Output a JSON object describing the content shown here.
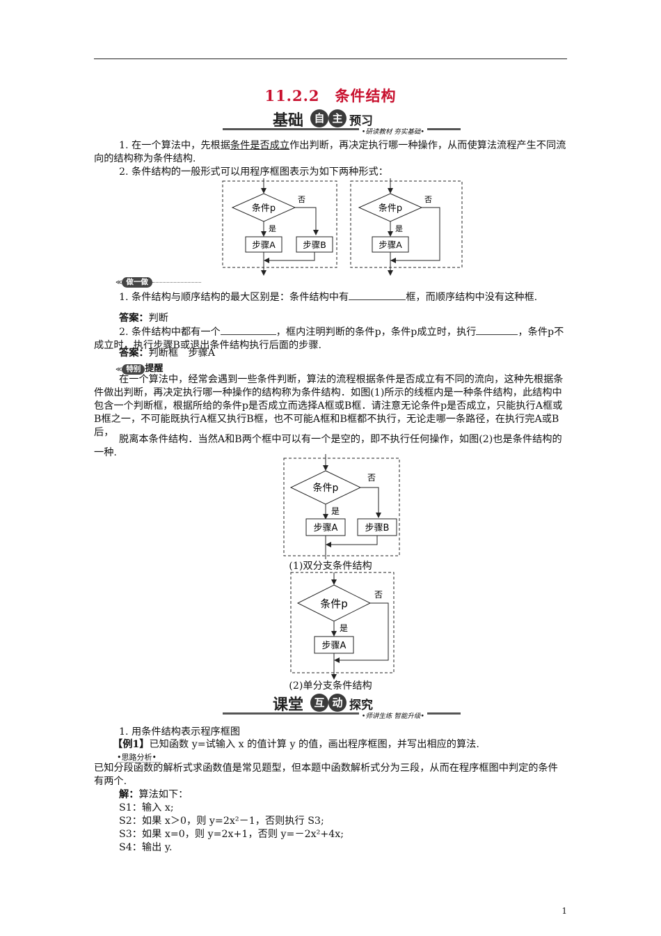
{
  "page": {
    "title": "11.2.2　条件结构",
    "page_number": "1"
  },
  "banner1": {
    "char1": "基础",
    "circle1": "自",
    "circle2": "主",
    "char2": "预习",
    "sub": "•研读教材 夯实基础•"
  },
  "banner2": {
    "char1": "课堂",
    "circle1": "互",
    "circle2": "动",
    "char2": "探究",
    "sub": "•师讲生练 智能升级•"
  },
  "section1": {
    "p1_pre": "1. 在一个算法中，先根据",
    "p1_u1": "条件",
    "p1_mid": "是",
    "p1_u2": "否成立",
    "p1_post": "作出判断，再决定执行哪一种操作，从而使算法流程产生不同流向的结构称为条件结构.",
    "p2": "2. 条件结构的一般形式可以用程序框图表示为如下两种形式："
  },
  "flow": {
    "condition": "条件p",
    "no": "否",
    "yes": "是",
    "stepA": "步骤A",
    "stepB": "步骤B"
  },
  "tag1": "做一做",
  "practice": {
    "q1a": "1. 条件结构与顺序结构的最大区别是：条件结构中有",
    "q1b": "框，而顺序结构中没有这种框.",
    "a1_label": "答案：",
    "a1": "判断",
    "q2a": "2. 条件结构中都有一个",
    "q2b": "，框内注明判断的条件p，条件p成立时，执行",
    "q2c": "，条件p不成立时，执行步骤B或退出条件结构执行后面的步骤.",
    "a2_label": "答案：",
    "a2": "判断框　步骤A"
  },
  "tag2": {
    "pill": "特别",
    "text": "提醒"
  },
  "reminder": {
    "p1": "在一个算法中，经常会遇到一些条件判断，算法的流程根据条件是否成立有不同的流向，这种先根据条件做出判断，再决定执行哪一种操作的结构称为条件结构．如图(1)所示的线框内是一种条件结构，此结构中包含一个判断框，根据所给的条件p是否成立而选择A框或B框．请注意无论条件p是否成立，只能执行A框或B框之一，不可能既执行A框又执行B框，也不可能A框和B框都不执行，无论走哪一条路径，在执行完A或B后，",
    "p2": "脱离本条件结构．当然A和B两个框中可以有一个是空的，即不执行任何操作，如图(2)也是条件结构的一种."
  },
  "captions": {
    "fig1": "(1)双分支条件结构",
    "fig2": "(2)单分支条件结构"
  },
  "section2": {
    "heading": "1. 用条件结构表示程序框图",
    "example_label": "【例1】",
    "example": "已知函数 y=试输入 x 的值计算 y 的值，画出程序框图，并写出相应的算法.",
    "analysis_tag": "•思路分析•",
    "analysis": "已知分段函数的解析式求函数值是常见题型，但本题中函数解析式分为三段，从而在程序框图中判定的条件有两个.",
    "sol_label": "解：",
    "sol_intro": "算法如下：",
    "steps": [
      "S1：输入 x;",
      "S2：如果 x＞0，则 y=2x²－1，否则执行 S3;",
      "S3：如果 x=0，则 y=2x+1，否则 y=－2x²+4x;",
      "S4：输出 y."
    ]
  },
  "colors": {
    "title": "#c8102e",
    "text": "#111111",
    "banner_band": "#555555"
  }
}
